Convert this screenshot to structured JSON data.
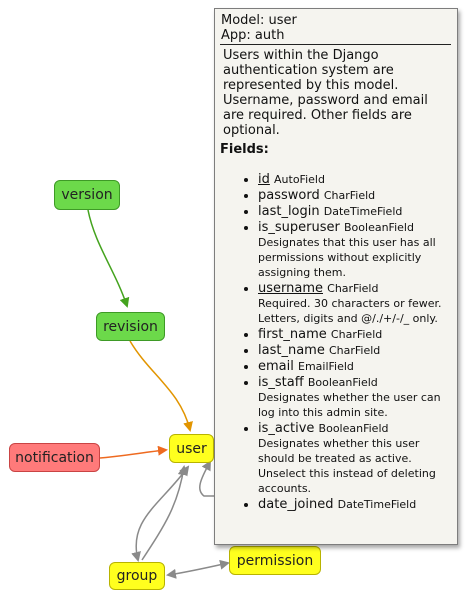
{
  "nodes": {
    "version": "version",
    "revision": "revision",
    "notification": "notification",
    "user": "user",
    "group": "group",
    "permission": "permission"
  },
  "colors": {
    "green_fill": "#6cd94a",
    "yellow_fill": "#ffff1e",
    "red_fill": "#ff7a7a",
    "edge_green": "#44a31e",
    "edge_orange": "#e29500",
    "edge_red": "#ee6a20",
    "edge_gray": "#8a8a8a"
  },
  "tooltip": {
    "model_line": "Model: user",
    "app_line": "App: auth",
    "description": "Users within the Django authentication system are represented by this model. Username, password and email are required. Other fields are optional.",
    "fields_title": "Fields:",
    "fields": [
      {
        "name": "id",
        "type": "AutoField",
        "key": true,
        "help": ""
      },
      {
        "name": "password",
        "type": "CharField",
        "key": false,
        "help": ""
      },
      {
        "name": "last_login",
        "type": "DateTimeField",
        "key": false,
        "help": ""
      },
      {
        "name": "is_superuser",
        "type": "BooleanField",
        "key": false,
        "help": "Designates that this user has all permissions without explicitly assigning them."
      },
      {
        "name": "username",
        "type": "CharField",
        "key": true,
        "help": "Required. 30 characters or fewer. Letters, digits and @/./+/-/_ only."
      },
      {
        "name": "first_name",
        "type": "CharField",
        "key": false,
        "help": ""
      },
      {
        "name": "last_name",
        "type": "CharField",
        "key": false,
        "help": ""
      },
      {
        "name": "email",
        "type": "EmailField",
        "key": false,
        "help": ""
      },
      {
        "name": "is_staff",
        "type": "BooleanField",
        "key": false,
        "help": "Designates whether the user can log into this admin site."
      },
      {
        "name": "is_active",
        "type": "BooleanField",
        "key": false,
        "help": "Designates whether this user should be treated as active. Unselect this instead of deleting accounts."
      },
      {
        "name": "date_joined",
        "type": "DateTimeField",
        "key": false,
        "help": ""
      }
    ]
  }
}
